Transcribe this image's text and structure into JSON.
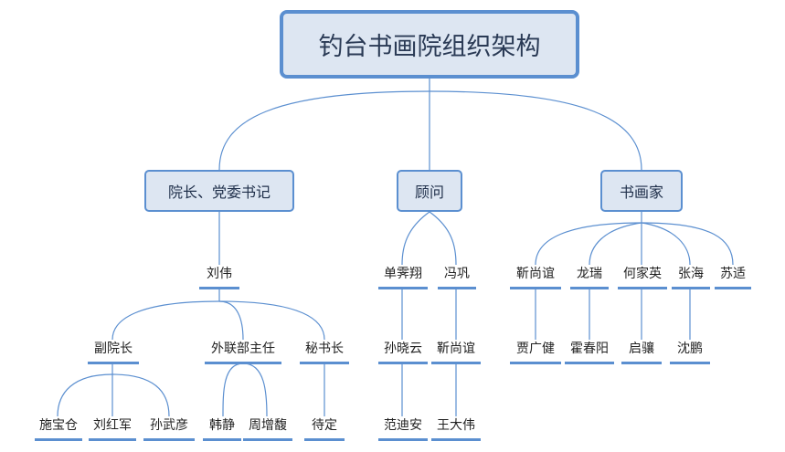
{
  "root": {
    "label": "钓台书画院组织架构"
  },
  "branches": {
    "leadership": {
      "label": "院长、党委书记"
    },
    "advisor": {
      "label": "顾问"
    },
    "artists": {
      "label": "书画家"
    }
  },
  "leadership": {
    "head": "刘伟",
    "vice_president": "副院长",
    "vice_members": [
      "施宝仓",
      "刘红军",
      "孙武彦"
    ],
    "foreign_affairs": "外联部主任",
    "foreign_members": [
      "韩静",
      "周增馥"
    ],
    "secretary": "秘书长",
    "secretary_members": [
      "待定"
    ]
  },
  "advisors": [
    {
      "name": "单霁翔",
      "chain": [
        "孙晓云",
        "范迪安"
      ]
    },
    {
      "name": "冯巩",
      "chain": [
        "靳尚谊",
        "王大伟"
      ]
    }
  ],
  "artists": [
    {
      "name": "靳尚谊",
      "sub": "贾广健"
    },
    {
      "name": "龙瑞",
      "sub": "霍春阳"
    },
    {
      "name": "何家英",
      "sub": "启骧"
    },
    {
      "name": "张海",
      "sub": "沈鹏"
    },
    {
      "name": "苏适",
      "sub": ""
    }
  ],
  "colors": {
    "line": "#5b8fd0",
    "box_fill": "#dde6f2",
    "box_border": "#5b8fd0"
  }
}
